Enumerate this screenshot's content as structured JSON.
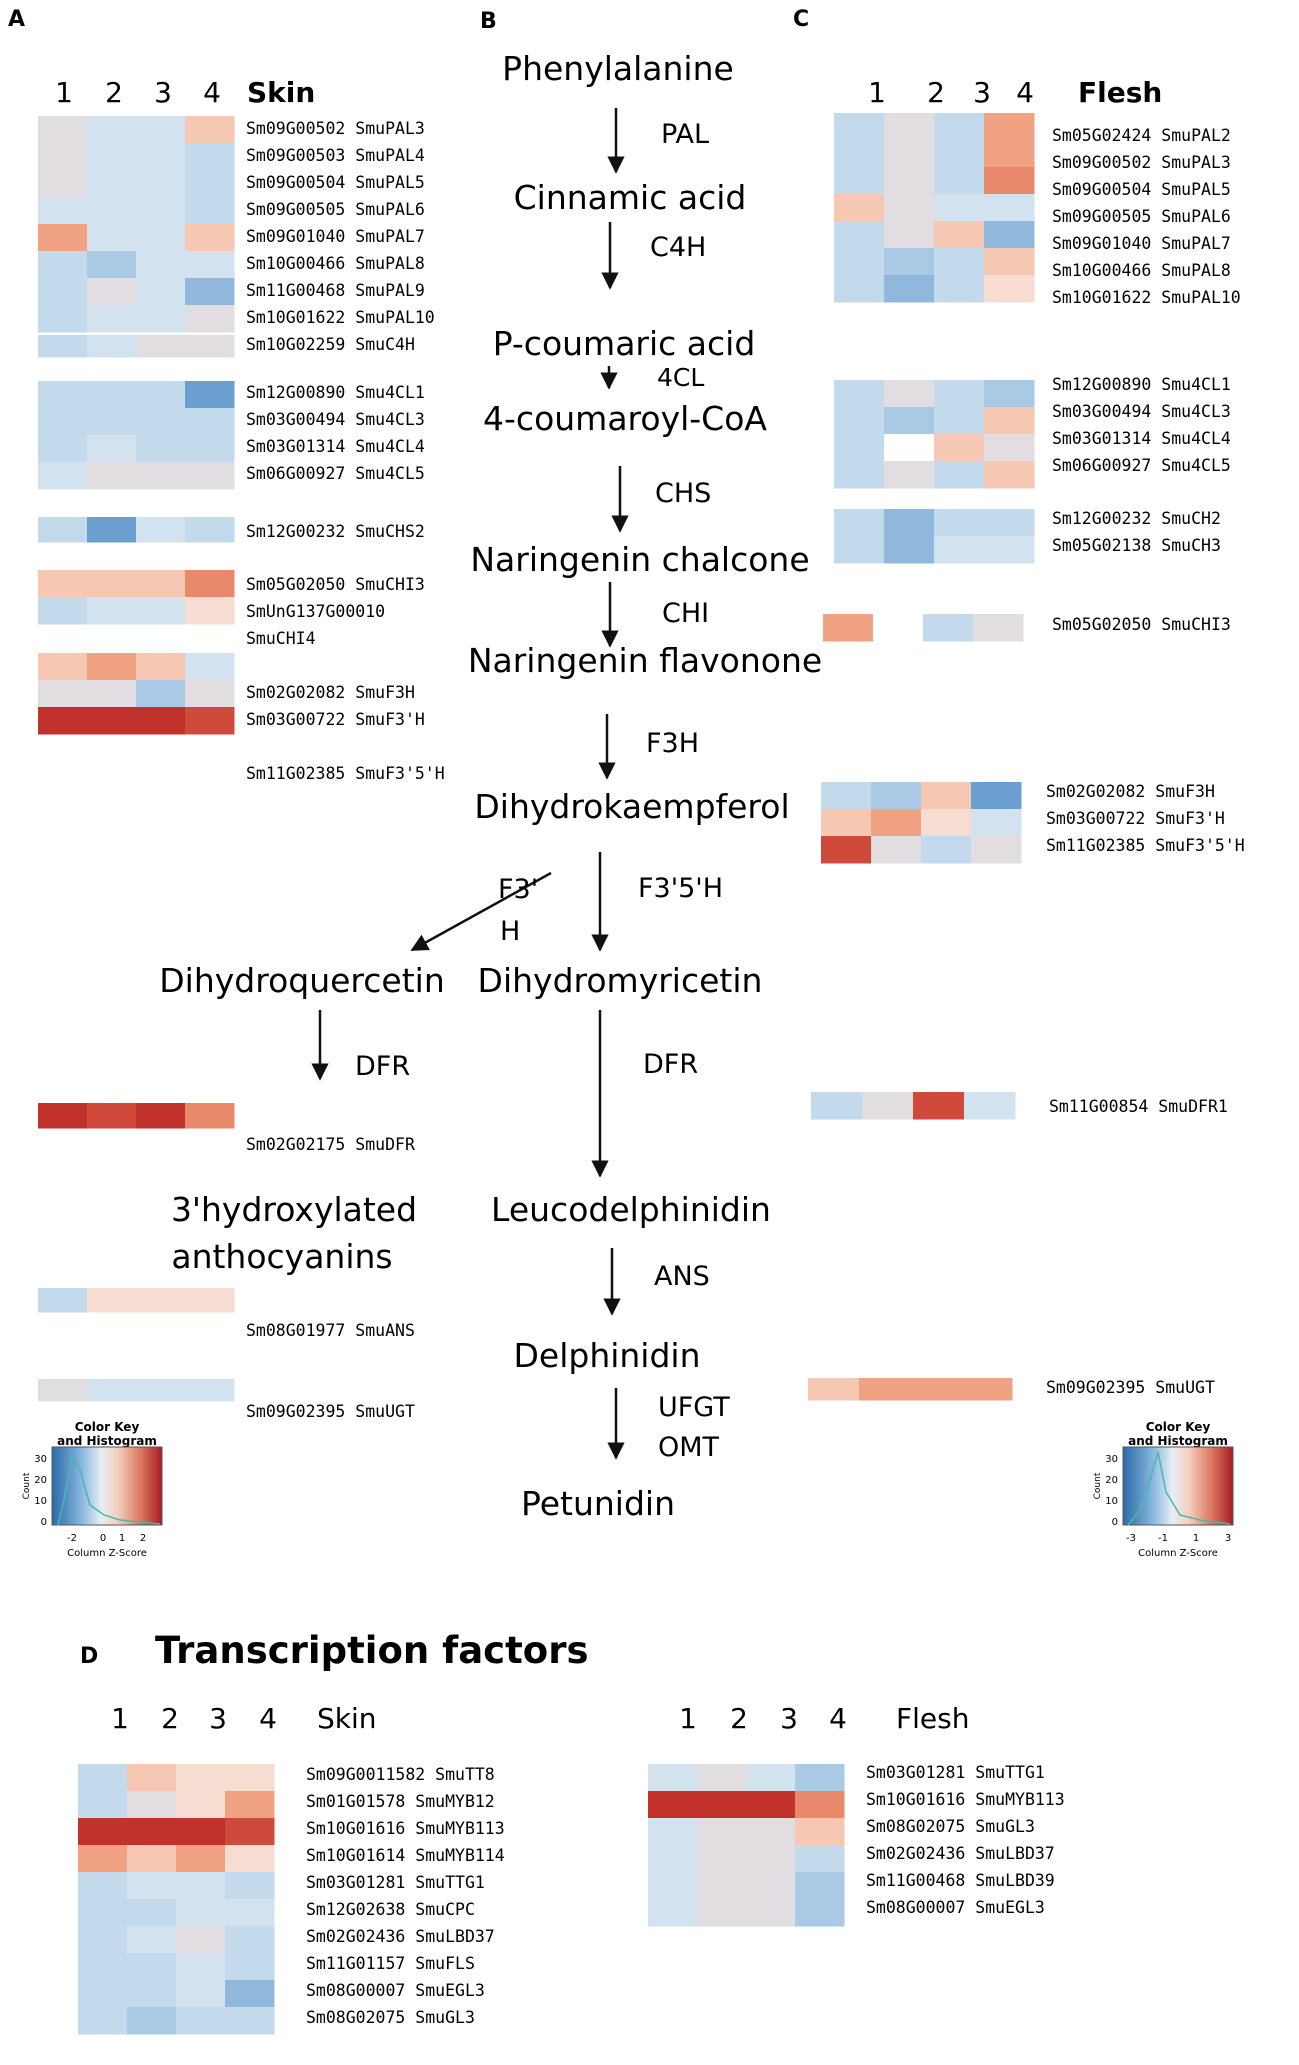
{
  "colors": {
    "dark_red": "#c2322c",
    "red": "#cf4a3b",
    "salmon": "#e8896b",
    "orange": "#f0a283",
    "peach": "#f6c8b4",
    "light_peach": "#f7ddd1",
    "neutral": "#e2dde0",
    "pale_blue": "#d3e2ef",
    "light_blue": "#c3daec",
    "blue": "#a9c9e4",
    "mid_blue": "#8fb8dc",
    "dark_blue": "#6a9fcf",
    "white": "#ffffff"
  },
  "panel_labels": {
    "a": "A",
    "b": "B",
    "c": "C",
    "d": "D"
  },
  "panel_a": {
    "columns": [
      "1",
      "2",
      "3",
      "4"
    ],
    "tissue": "Skin",
    "blocks": [
      {
        "genes": [
          "Sm09G00502 SmuPAL3",
          "Sm09G00503 SmuPAL4",
          "Sm09G00504 SmuPAL5",
          "Sm09G00505 SmuPAL6",
          "Sm09G01040 SmuPAL7",
          "Sm10G00466 SmuPAL8",
          "Sm11G00468 SmuPAL9",
          "Sm10G01622 SmuPAL10"
        ],
        "cells": [
          [
            "neutral",
            "pale_blue",
            "pale_blue",
            "peach"
          ],
          [
            "neutral",
            "pale_blue",
            "pale_blue",
            "light_blue"
          ],
          [
            "neutral",
            "pale_blue",
            "pale_blue",
            "light_blue"
          ],
          [
            "pale_blue",
            "pale_blue",
            "pale_blue",
            "light_blue"
          ],
          [
            "orange",
            "pale_blue",
            "pale_blue",
            "peach"
          ],
          [
            "light_blue",
            "blue",
            "pale_blue",
            "pale_blue"
          ],
          [
            "light_blue",
            "neutral",
            "pale_blue",
            "mid_blue"
          ],
          [
            "light_blue",
            "pale_blue",
            "pale_blue",
            "neutral"
          ]
        ]
      },
      {
        "genes": [
          "Sm10G02259 SmuC4H"
        ],
        "cells": [
          [
            "light_blue",
            "pale_blue",
            "neutral",
            "neutral"
          ]
        ]
      },
      {
        "genes": [
          "Sm12G00890 Smu4CL1",
          "Sm03G00494 Smu4CL3",
          "Sm03G01314 Smu4CL4",
          "Sm06G00927 Smu4CL5"
        ],
        "cells": [
          [
            "light_blue",
            "light_blue",
            "light_blue",
            "dark_blue"
          ],
          [
            "light_blue",
            "light_blue",
            "light_blue",
            "light_blue"
          ],
          [
            "light_blue",
            "pale_blue",
            "light_blue",
            "light_blue"
          ],
          [
            "pale_blue",
            "neutral",
            "neutral",
            "neutral"
          ]
        ]
      },
      {
        "genes": [
          "Sm12G00232 SmuCHS2"
        ],
        "cells": [
          [
            "light_blue",
            "dark_blue",
            "pale_blue",
            "light_blue"
          ]
        ]
      },
      {
        "genes": [
          "Sm05G02050 SmuCHI3",
          "SmUnG137G00010",
          "SmuCHI4"
        ],
        "cells": [
          [
            "peach",
            "peach",
            "peach",
            "salmon"
          ],
          [
            "light_blue",
            "pale_blue",
            "pale_blue",
            "light_peach"
          ]
        ]
      },
      {
        "genes": [
          "Sm02G02082 SmuF3H",
          "Sm03G00722 SmuF3'H",
          "Sm11G02385 SmuF3'5'H"
        ],
        "cells": [
          [
            "peach",
            "orange",
            "peach",
            "pale_blue"
          ],
          [
            "neutral",
            "neutral",
            "blue",
            "neutral"
          ],
          [
            "dark_red",
            "dark_red",
            "dark_red",
            "red"
          ]
        ]
      },
      {
        "genes": [
          "Sm02G02175 SmuDFR"
        ],
        "cells": [
          [
            "dark_red",
            "red",
            "dark_red",
            "salmon"
          ]
        ]
      },
      {
        "genes": [
          "Sm08G01977 SmuANS"
        ],
        "cells": [
          [
            "light_blue",
            "light_peach",
            "light_peach",
            "light_peach"
          ]
        ]
      },
      {
        "genes": [
          "Sm09G02395 SmuUGT"
        ],
        "cells": [
          [
            "neutral",
            "pale_blue",
            "pale_blue",
            "pale_blue"
          ]
        ]
      }
    ],
    "color_key": {
      "title_line1": "Color Key",
      "title_line2": "and Histogram",
      "y_label": "Count",
      "y_ticks": [
        "30",
        "20",
        "10",
        "0"
      ],
      "x_ticks": [
        "-2",
        "0",
        "1",
        "2"
      ],
      "x_label": "Column Z-Score"
    }
  },
  "panel_b": {
    "compounds": [
      "Phenylalanine",
      "Cinnamic acid",
      "P-coumaric acid",
      "4-coumaroyl-CoA",
      "Naringenin chalcone",
      "Naringenin flavonone",
      "Dihydrokaempferol",
      "Dihydroquercetin",
      "Dihydromyricetin",
      "3'hydroxylated",
      "anthocyanins",
      "Leucodelphinidin",
      "Delphinidin",
      "Petunidin"
    ],
    "enzymes": [
      "PAL",
      "C4H",
      "4CL",
      "CHS",
      "CHI",
      "F3H",
      "F3'",
      "H",
      "F3'5'H",
      "DFR",
      "DFR",
      "ANS",
      "UFGT",
      "OMT"
    ]
  },
  "panel_c": {
    "columns": [
      "1",
      "2",
      "3",
      "4"
    ],
    "tissue": "Flesh",
    "blocks": [
      {
        "genes": [
          "Sm05G02424 SmuPAL2",
          "Sm09G00502 SmuPAL3",
          "Sm09G00504 SmuPAL5",
          "Sm09G00505 SmuPAL6",
          "Sm09G01040 SmuPAL7",
          "Sm10G00466 SmuPAL8",
          "Sm10G01622 SmuPAL10"
        ],
        "cells": [
          [
            "light_blue",
            "neutral",
            "light_blue",
            "orange"
          ],
          [
            "light_blue",
            "neutral",
            "light_blue",
            "orange"
          ],
          [
            "light_blue",
            "neutral",
            "light_blue",
            "salmon"
          ],
          [
            "peach",
            "neutral",
            "pale_blue",
            "pale_blue"
          ],
          [
            "light_blue",
            "neutral",
            "peach",
            "mid_blue"
          ],
          [
            "light_blue",
            "blue",
            "light_blue",
            "peach"
          ],
          [
            "light_blue",
            "mid_blue",
            "light_blue",
            "light_peach"
          ]
        ]
      },
      {
        "genes": [
          "Sm12G00890 Smu4CL1",
          "Sm03G00494 Smu4CL3",
          "Sm03G01314 Smu4CL4",
          "Sm06G00927 Smu4CL5"
        ],
        "cells": [
          [
            "light_blue",
            "neutral",
            "light_blue",
            "blue"
          ],
          [
            "light_blue",
            "blue",
            "light_blue",
            "peach"
          ],
          [
            "light_blue",
            "white",
            "peach",
            "neutral"
          ],
          [
            "light_blue",
            "neutral",
            "light_blue",
            "peach"
          ]
        ]
      },
      {
        "genes": [
          "Sm12G00232 SmuCH2",
          "Sm05G02138 SmuCH3"
        ],
        "cells": [
          [
            "light_blue",
            "mid_blue",
            "light_blue",
            "light_blue"
          ],
          [
            "light_blue",
            "mid_blue",
            "pale_blue",
            "pale_blue"
          ]
        ]
      },
      {
        "genes": [
          "Sm05G02050 SmuCHI3"
        ],
        "cells": [
          [
            "orange",
            "white",
            "light_blue",
            "neutral"
          ]
        ]
      },
      {
        "genes": [
          "Sm02G02082 SmuF3H",
          "Sm03G00722 SmuF3'H",
          "Sm11G02385 SmuF3'5'H"
        ],
        "cells": [
          [
            "light_blue",
            "blue",
            "peach",
            "dark_blue"
          ],
          [
            "peach",
            "orange",
            "light_peach",
            "pale_blue"
          ],
          [
            "red",
            "neutral",
            "light_blue",
            "neutral"
          ]
        ]
      },
      {
        "genes": [
          "Sm11G00854 SmuDFR1"
        ],
        "cells": [
          [
            "light_blue",
            "neutral",
            "red",
            "pale_blue"
          ]
        ]
      },
      {
        "genes": [
          "Sm09G02395 SmuUGT"
        ],
        "cells": [
          [
            "peach",
            "orange",
            "orange",
            "orange"
          ]
        ]
      }
    ],
    "color_key": {
      "title_line1": "Color Key",
      "title_line2": "and Histogram",
      "y_label": "Count",
      "y_ticks": [
        "30",
        "20",
        "10",
        "0"
      ],
      "x_ticks": [
        "-3",
        "-1",
        "1",
        "3"
      ],
      "x_label": "Column Z-Score"
    }
  },
  "panel_d": {
    "title": "Transcription factors",
    "skin": {
      "columns": [
        "1",
        "2",
        "3",
        "4"
      ],
      "tissue": "Skin",
      "genes": [
        "Sm09G0011582 SmuTT8",
        "Sm01G01578 SmuMYB12",
        "Sm10G01616 SmuMYB113",
        "Sm10G01614 SmuMYB114",
        "Sm03G01281 SmuTTG1",
        "Sm12G02638 SmuCPC",
        "Sm02G02436 SmuLBD37",
        "Sm11G01157 SmuFLS",
        "Sm08G00007 SmuEGL3",
        "Sm08G02075 SmuGL3"
      ],
      "cells": [
        [
          "light_blue",
          "peach",
          "light_peach",
          "light_peach"
        ],
        [
          "light_blue",
          "neutral",
          "light_peach",
          "orange"
        ],
        [
          "dark_red",
          "dark_red",
          "dark_red",
          "red"
        ],
        [
          "orange",
          "peach",
          "orange",
          "light_peach"
        ],
        [
          "light_blue",
          "pale_blue",
          "pale_blue",
          "light_blue"
        ],
        [
          "light_blue",
          "light_blue",
          "pale_blue",
          "pale_blue"
        ],
        [
          "light_blue",
          "pale_blue",
          "neutral",
          "light_blue"
        ],
        [
          "light_blue",
          "light_blue",
          "pale_blue",
          "light_blue"
        ],
        [
          "light_blue",
          "light_blue",
          "pale_blue",
          "mid_blue"
        ],
        [
          "light_blue",
          "blue",
          "light_blue",
          "light_blue"
        ]
      ]
    },
    "flesh": {
      "columns": [
        "1",
        "2",
        "3",
        "4"
      ],
      "tissue": "Flesh",
      "genes": [
        "Sm03G01281 SmuTTG1",
        "Sm10G01616 SmuMYB113",
        "Sm08G02075 SmuGL3",
        "Sm02G02436 SmuLBD37",
        "Sm11G00468 SmuLBD39",
        "Sm08G00007 SmuEGL3"
      ],
      "cells": [
        [
          "pale_blue",
          "neutral",
          "pale_blue",
          "blue"
        ],
        [
          "dark_red",
          "dark_red",
          "dark_red",
          "salmon"
        ],
        [
          "pale_blue",
          "neutral",
          "neutral",
          "peach"
        ],
        [
          "pale_blue",
          "neutral",
          "neutral",
          "light_blue"
        ],
        [
          "pale_blue",
          "neutral",
          "neutral",
          "blue"
        ],
        [
          "pale_blue",
          "neutral",
          "neutral",
          "blue"
        ]
      ]
    }
  }
}
